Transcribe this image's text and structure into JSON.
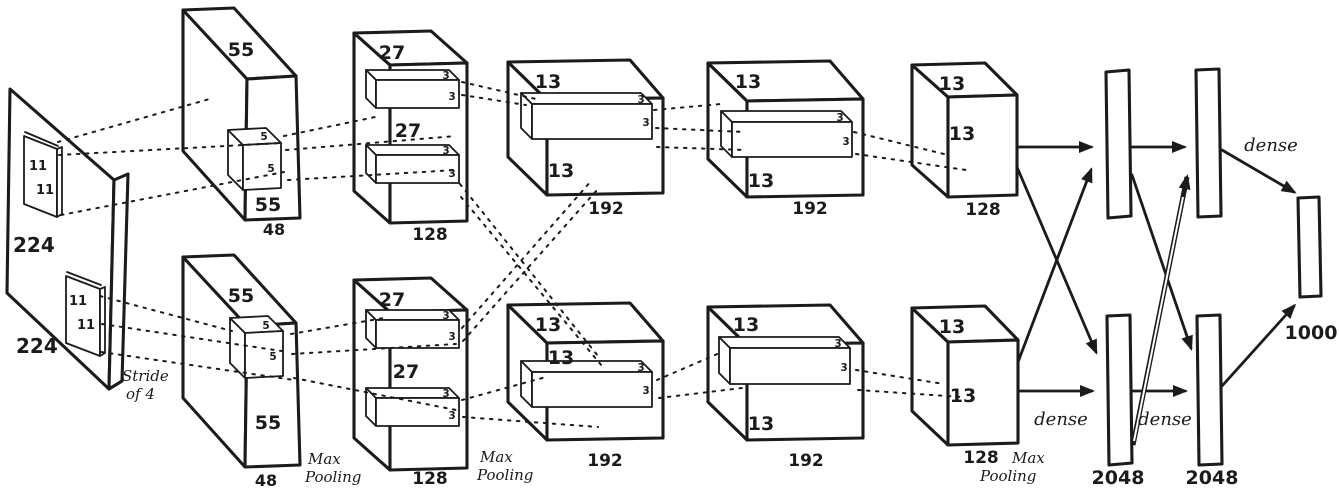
{
  "colors": {
    "ink": "#1b1b1b",
    "paper": "#ffffff"
  },
  "diagram": {
    "name": "AlexNet-style convolutional neural network architecture sketch",
    "input": {
      "height": "224",
      "width": "224",
      "kernel": "11",
      "stride": [
        "Stride",
        "of 4"
      ]
    },
    "conv1": {
      "spatial": "55",
      "depth": "48",
      "kernel": "5"
    },
    "conv2": {
      "spatial": "27",
      "depth": "128",
      "kernel": "3"
    },
    "conv3": {
      "spatial": "13",
      "depth": "192",
      "kernel": "3"
    },
    "conv4": {
      "spatial": "13",
      "depth": "192",
      "kernel": "3"
    },
    "conv5": {
      "spatial": "13",
      "depth": "128"
    },
    "pool": {
      "line1": "Max",
      "line2": "Pooling"
    },
    "fc": {
      "dense": "dense",
      "fc6": "2048",
      "fc7": "2048",
      "output": "1000"
    }
  }
}
